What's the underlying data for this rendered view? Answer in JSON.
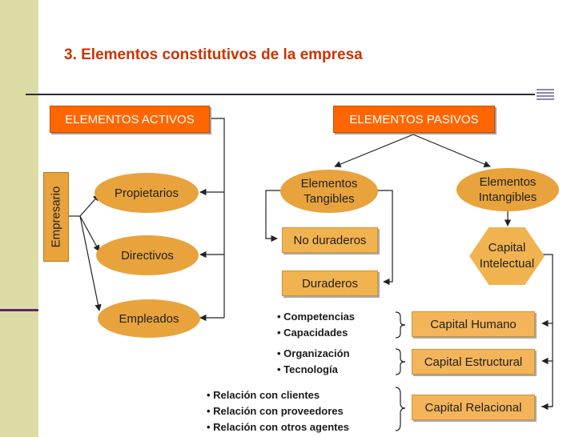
{
  "title": "3. Elementos constitutivos de la empresa",
  "activos": {
    "header": "ELEMENTOS ACTIVOS",
    "empresario": "Empresario",
    "propietarios": "Propietarios",
    "directivos": "Directivos",
    "empleados": "Empleados"
  },
  "pasivos": {
    "header": "ELEMENTOS PASIVOS",
    "tangibles": [
      "Elementos",
      "Tangibles"
    ],
    "intangibles": [
      "Elementos",
      "Intangibles"
    ],
    "no_duraderos": "No duraderos",
    "duraderos": "Duraderos",
    "capital_intelectual": [
      "Capital",
      "Intelectual"
    ],
    "capital_humano": "Capital Humano",
    "capital_estructural": "Capital Estructural",
    "capital_relacional": "Capital Relacional"
  },
  "bullets": {
    "humano": [
      "Competencias",
      "Capacidades"
    ],
    "estructural": [
      "Organización",
      "Tecnología"
    ],
    "relacional": [
      "Relación con clientes",
      "Relación con proveedores",
      "Relación con otros agentes"
    ]
  },
  "colors": {
    "accent_orange": "#ff6600",
    "node_fill": "#e8a33c",
    "title_red": "#cc3300",
    "sidebar": "#dcdba6"
  }
}
